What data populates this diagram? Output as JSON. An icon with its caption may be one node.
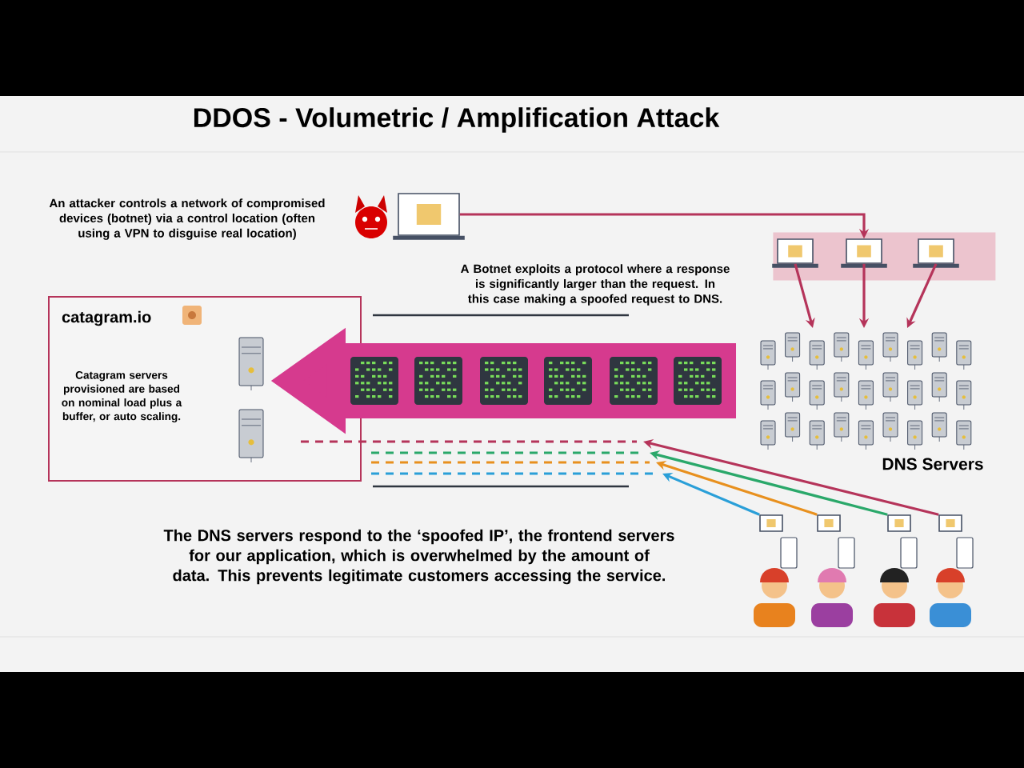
{
  "diagram": {
    "title": "DDOS - Volumetric / Amplification Attack",
    "nodes": [
      {
        "text": [],
        "shape": "picture"
      },
      {
        "text": [],
        "shape": "box"
      },
      {
        "text": [],
        "shape": "picture",
        "in": 1
      },
      {
        "text": [],
        "shape": "picture",
        "in": 1
      },
      {
        "text": [],
        "shape": "picture",
        "in": 1
      },
      {
        "text": [
          "DNS Servers"
        ]
      },
      {
        "text": [
          "catagram.io",
          "Catagram servers provisioned are based on nominal load plus a buffer, or auto scaling."
        ]
      },
      {
        "text": [],
        "shape": "picture"
      },
      {
        "text": [],
        "shape": "picture"
      },
      {
        "text": [],
        "shape": "picture"
      },
      {
        "text": [],
        "shape": "picture"
      }
    ],
    "edges": [
      {
        "from": 0,
        "to": 3,
        "arrow": "to"
      },
      {
        "from": 2,
        "to": 5,
        "arrow": "to"
      },
      {
        "from": 3,
        "to": 5,
        "arrow": "to"
      },
      {
        "from": 4,
        "to": 5,
        "arrow": "to"
      },
      {
        "from": 5,
        "to": 6,
        "arrow": "to",
        "style": "thick",
        "color": "#d63a8e"
      },
      {
        "from": 7,
        "to": null,
        "arrow": "to",
        "color": "#2a9fd8"
      },
      {
        "from": 8,
        "to": null,
        "arrow": "to",
        "color": "#e8901e"
      },
      {
        "from": 9,
        "to": null,
        "arrow": "to",
        "color": "#2aa86a"
      },
      {
        "from": 10,
        "to": null,
        "arrow": "to"
      }
    ],
    "labels": [
      "An attacker controls a network of compromised devices (botnet) via a control location (often using a VPN to disguise real location)",
      "A Botnet exploits a protocol where a response is significantly larger than the request. In this case making a spoofed request to DNS.",
      "The DNS servers respond to the ‘spoofed IP’, the frontend servers for our application, which is overwhelmed by the amount of data. This prevents legitimate customers accessing the service."
    ]
  }
}
